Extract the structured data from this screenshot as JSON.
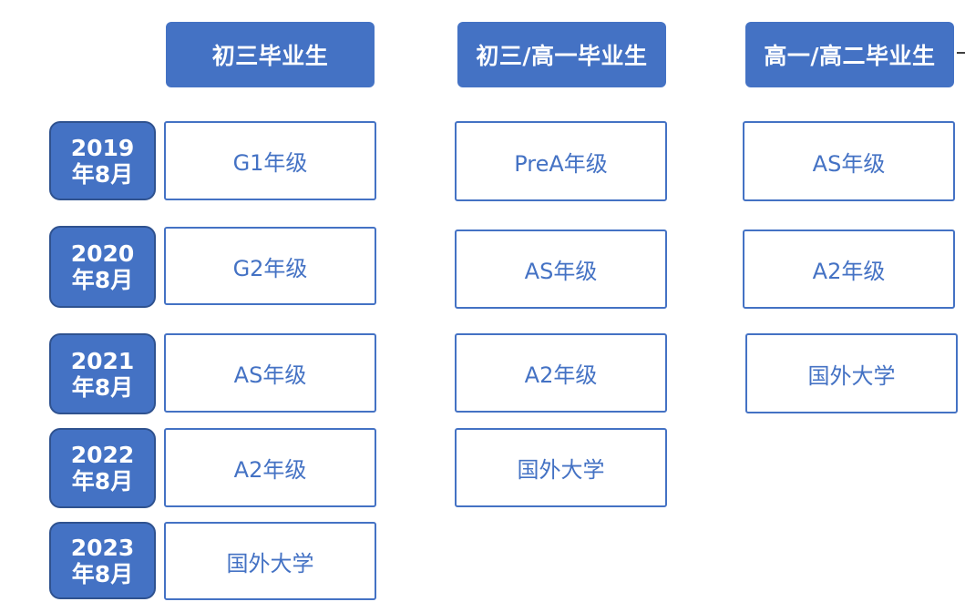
{
  "colors": {
    "accent": "#4472C4",
    "accent_dark": "#2F528F",
    "background": "#FFFFFF",
    "box_border": "#4472C4",
    "box_text": "#4472C4"
  },
  "headers": [
    "初三毕业生",
    "初三/高一毕业生",
    "高一/高二毕业生"
  ],
  "years": [
    {
      "year": "2019",
      "month": "年8月"
    },
    {
      "year": "2020",
      "month": "年8月"
    },
    {
      "year": "2021",
      "month": "年8月"
    },
    {
      "year": "2022",
      "month": "年8月"
    },
    {
      "year": "2023",
      "month": "年8月"
    }
  ],
  "columns": [
    {
      "stages": [
        "G1年级",
        "G2年级",
        "AS年级",
        "A2年级",
        "国外大学"
      ]
    },
    {
      "stages": [
        "PreA年级",
        "AS年级",
        "A2年级",
        "国外大学"
      ]
    },
    {
      "stages": [
        "AS年级",
        "A2年级",
        "国外大学"
      ]
    }
  ]
}
